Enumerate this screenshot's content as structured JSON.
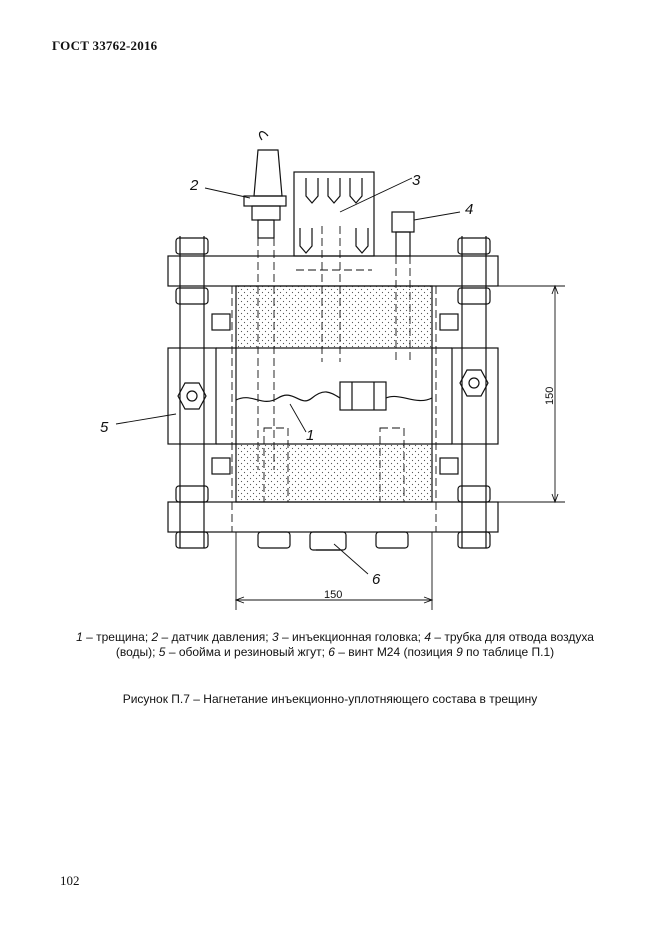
{
  "header": {
    "doc_id": "ГОСТ 33762-2016"
  },
  "figure": {
    "labels": {
      "l1": "1",
      "l2": "2",
      "l3": "3",
      "l4": "4",
      "l5": "5",
      "l6": "6"
    },
    "dims": {
      "horizontal": "150",
      "vertical": "150"
    }
  },
  "legend": {
    "n1": "1",
    "t1": " – трещина; ",
    "n2": "2",
    "t2": " – датчик давления; ",
    "n3": "3",
    "t3": " – инъекционная головка; ",
    "n4": "4",
    "t4": " – трубка для отвода воздуха (воды); ",
    "n5": "5",
    "t5": " – обойма и резиновый жгут; ",
    "n6": "6",
    "t6": " – винт М24 (позиция ",
    "n9": "9",
    "t7": " по таблице П.1)"
  },
  "caption": "Рисунок П.7 – Нагнетание инъекционно-уплотняющего состава в трещину",
  "page_number": "102"
}
